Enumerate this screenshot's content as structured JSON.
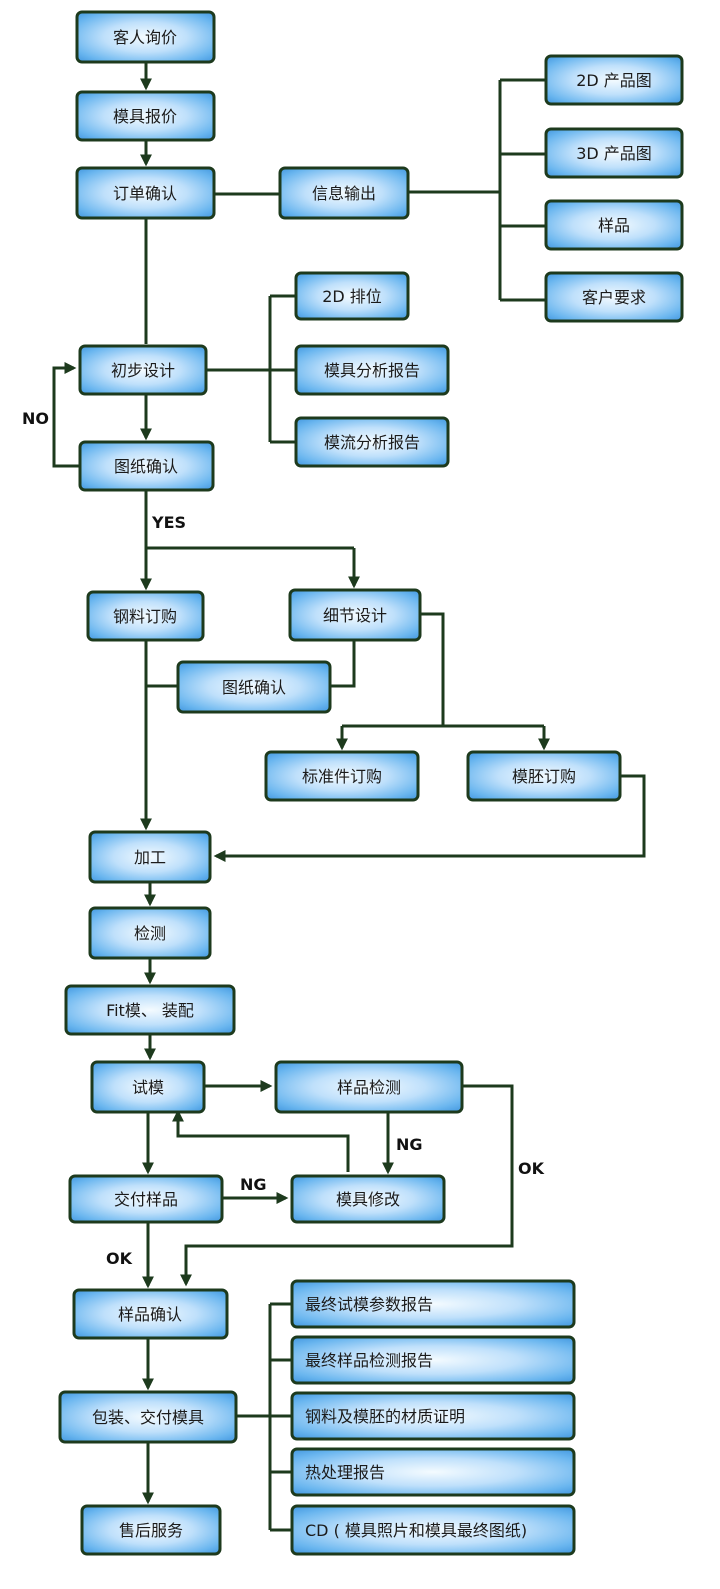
{
  "nodes": {
    "inquiry": "客人询价",
    "quote": "模具报价",
    "order_confirm": "订单确认",
    "info_output": "信息输出",
    "product_2d": "2D 产品图",
    "product_3d": "3D 产品图",
    "sample": "样品",
    "customer_req": "客户要求",
    "prelim_design": "初步设计",
    "layout_2d": "2D 排位",
    "mold_analysis": "模具分析报告",
    "flow_analysis": "模流分析报告",
    "drawing_confirm_1": "图纸确认",
    "steel_purchase": "钢料订购",
    "detail_design": "细节设计",
    "drawing_confirm_2": "图纸确认",
    "standard_parts": "标准件订购",
    "mold_base": "模胚订购",
    "machining": "加工",
    "inspection": "检测",
    "fit_assembly": "Fit模、 装配",
    "trial": "试模",
    "sample_inspection": "样品检测",
    "deliver_samples": "交付样品",
    "mold_modify": "模具修改",
    "sample_confirm": "样品确认",
    "pack_deliver": "包装、交付模具",
    "after_sales": "售后服务",
    "report_final_trial": "最终试模参数报告",
    "report_final_sample": "最终样品检测报告",
    "report_material": "钢料及模胚的材质证明",
    "report_heat": "热处理报告",
    "report_cd": "CD ( 模具照片和模具最终图纸)"
  },
  "edge_labels": {
    "no": "NO",
    "yes": "YES",
    "ng_1": "NG",
    "ng_2": "NG",
    "ok_1": "OK",
    "ok_2": "OK"
  },
  "colors": {
    "box_center": "#f4fbff",
    "box_fill": "#5fb0ee",
    "box_edge": "#3a8fdb",
    "border": "#1d3a1d",
    "line": "#1d3a1d"
  }
}
